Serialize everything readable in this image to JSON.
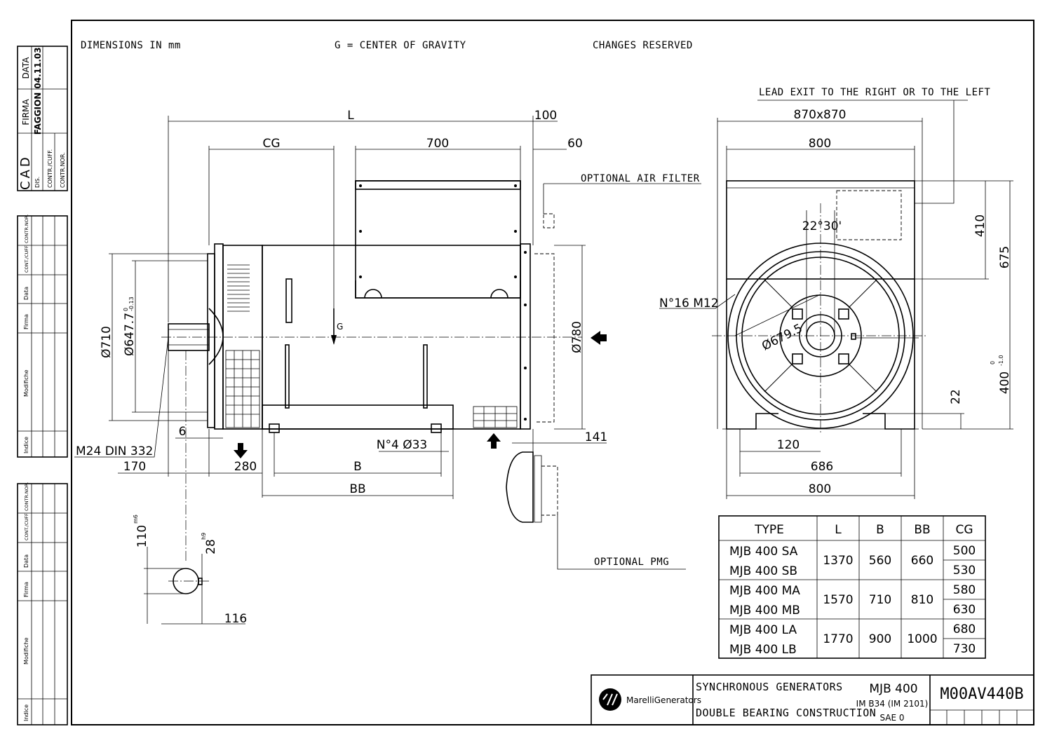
{
  "header": {
    "dimensions_note": "DIMENSIONS IN mm",
    "gravity_note": "G = CENTER OF GRAVITY",
    "changes_note": "CHANGES RESERVED"
  },
  "side_views": {
    "lead_exit": "LEAD EXIT TO THE RIGHT OR TO THE LEFT",
    "optional_air_filter": "OPTIONAL AIR FILTER",
    "optional_pmg": "OPTIONAL PMG",
    "dim_L": "L",
    "dim_100": "100",
    "dim_CG": "CG",
    "dim_700": "700",
    "dim_60": "60",
    "dim_870x870": "870x870",
    "dim_800_top": "800",
    "dim_410": "410",
    "dim_675": "675",
    "dim_angle": "22°30'",
    "dim_holes_front": "N°16 M12",
    "dim_d679": "Ø679.5",
    "dim_d780": "Ø780",
    "dim_d710": "Ø710",
    "dim_d647": "Ø647.7",
    "tol_d647_top": "0",
    "tol_d647_bot": "-0.13",
    "dim_400": "400",
    "tol_400_top": "0",
    "tol_400_bot": "-1.0",
    "dim_22": "22",
    "dim_6": "6",
    "dim_m24": "M24 DIN 332",
    "dim_170": "170",
    "dim_280": "280",
    "dim_holes_foot": "N°4 Ø33",
    "dim_B": "B",
    "dim_BB": "BB",
    "dim_141": "141",
    "dim_120": "120",
    "dim_686": "686",
    "dim_800_bottom": "800",
    "g_label": "G",
    "shaft_110": "110",
    "shaft_110_tol": "m6",
    "shaft_28": "28",
    "shaft_28_tol": "h9",
    "shaft_116": "116"
  },
  "table": {
    "headers": [
      "TYPE",
      "L",
      "B",
      "BB",
      "CG"
    ],
    "groups": [
      {
        "types": [
          "MJB 400 SA",
          "MJB 400 SB"
        ],
        "L": "1370",
        "B": "560",
        "BB": "660",
        "CG": [
          "500",
          "530"
        ]
      },
      {
        "types": [
          "MJB 400 MA",
          "MJB 400 MB"
        ],
        "L": "1570",
        "B": "710",
        "BB": "810",
        "CG": [
          "580",
          "630"
        ]
      },
      {
        "types": [
          "MJB 400 LA",
          "MJB 400 LB"
        ],
        "L": "1770",
        "B": "900",
        "BB": "1000",
        "CG": [
          "680",
          "730"
        ]
      }
    ]
  },
  "title_block": {
    "brand": "MarelliGenerators",
    "line1": "SYNCHRONOUS GENERATORS",
    "line2": "DOUBLE BEARING CONSTRUCTION",
    "model": "MJB 400",
    "model_sub1": "IM B34 (IM 2101)",
    "model_sub2": "SAE 0",
    "drawing_no": "M00AV440B"
  },
  "cad_block": {
    "cad": "CAD",
    "data_label": "DATA",
    "data_value": "04.11.03",
    "firma_label": "FIRMA",
    "firma_value": "FAGGION",
    "dis": "DIS.",
    "contr": "CONTR./CUFF.",
    "contrnor": "CONTR.NOR."
  },
  "revision_block": {
    "cols": [
      "Indice",
      "Modifiche",
      "Firma",
      "Data",
      "CONT./CUFF.",
      "CONTR.NOR."
    ]
  }
}
